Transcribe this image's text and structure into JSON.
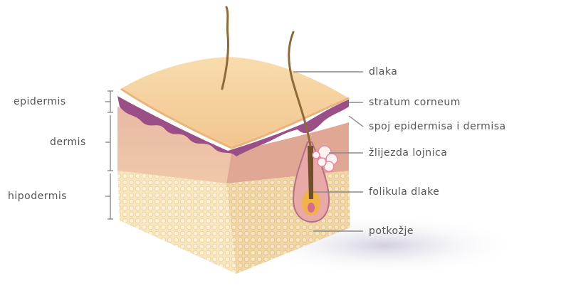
{
  "diagram": {
    "left_labels": {
      "epidermis": "epidermis",
      "dermis": "dermis",
      "hypodermis": "hipodermis"
    },
    "right_labels": {
      "hair": "dlaka",
      "stratum_corneum": "stratum corneum",
      "junction": "spoj epidermisa i dermisa",
      "sebaceous_gland": "žlijezda lojnica",
      "hair_follicle": "folikula dlake",
      "subcutis": "potkožje"
    }
  },
  "colors": {
    "label_text": "#555555",
    "leader_line": "#8a8a8a",
    "skin_surface": "#f6cf9a",
    "epidermis_purple": "#9a4f86",
    "dermis": "#e6b4a3",
    "fat": "#f7e2b8",
    "hair": "#8c6a3a"
  }
}
